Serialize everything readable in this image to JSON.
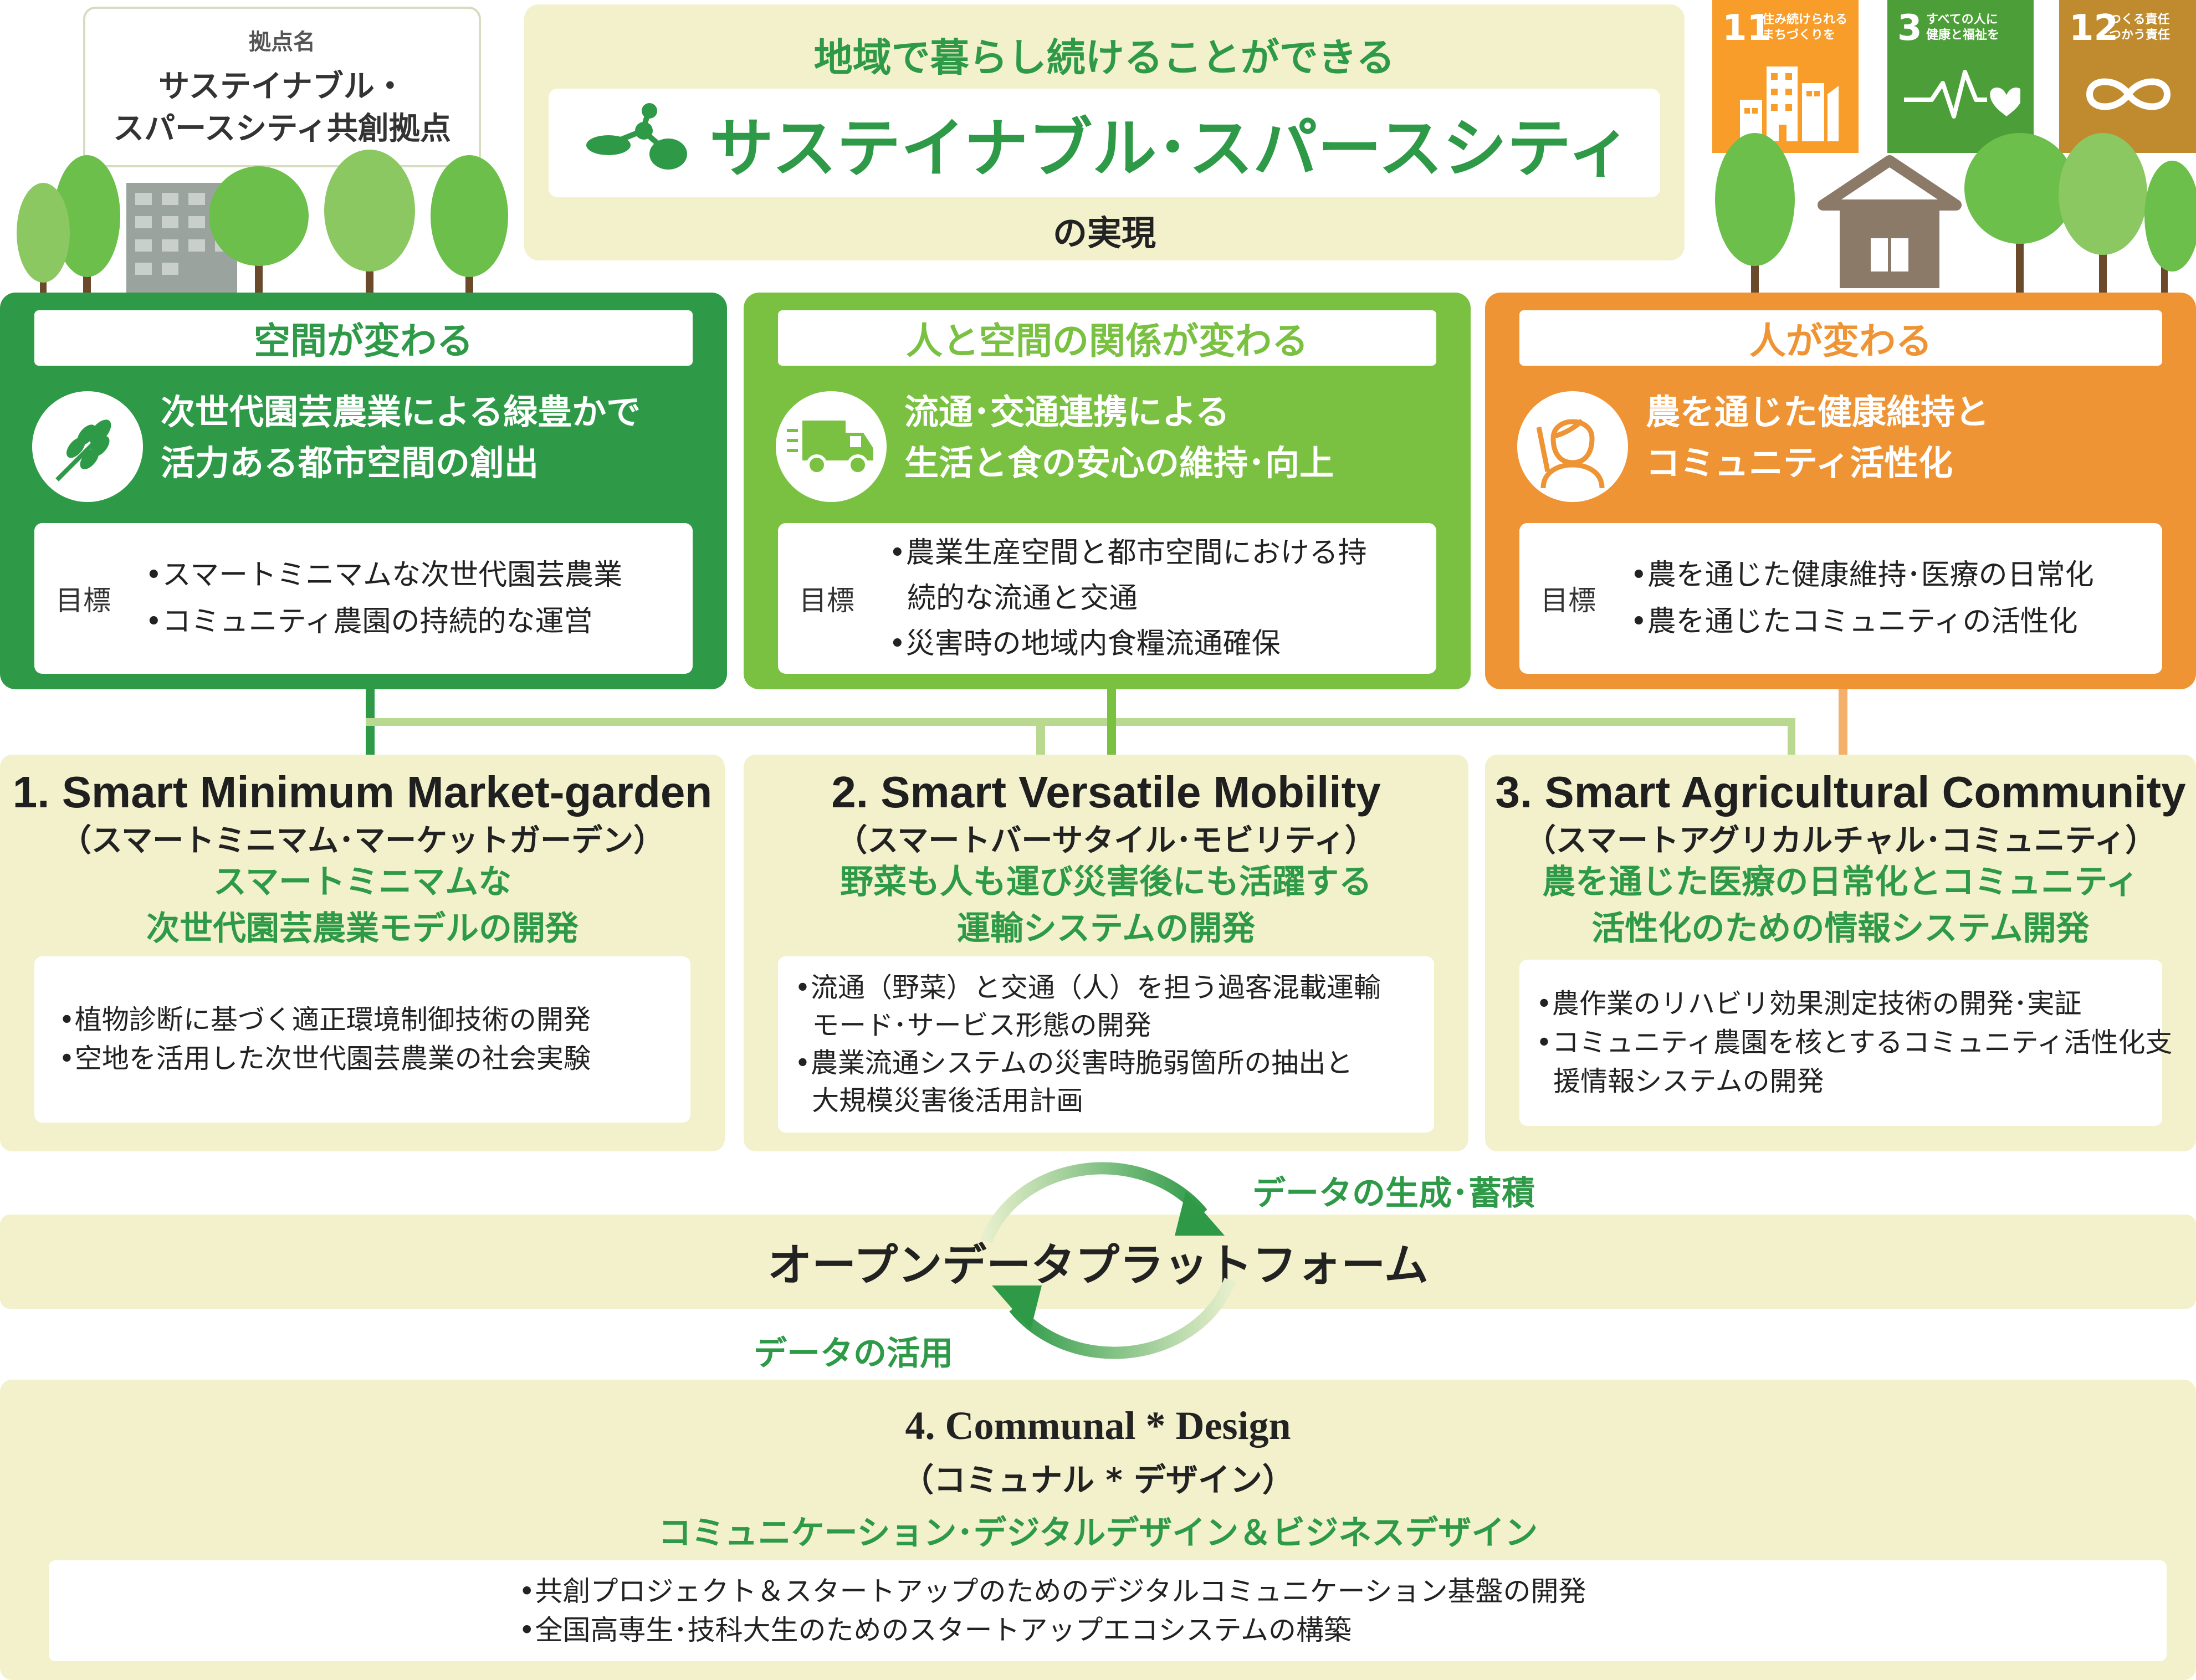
{
  "hub": {
    "heading": "拠点名",
    "name_line1": "サステイナブル・",
    "name_line2": "スパースシティ共創拠点"
  },
  "title": {
    "subtitle": "地域で暮らし続けることができる",
    "main": "サステイナブル･スパースシティ",
    "ending": "の実現"
  },
  "sdgs": [
    {
      "number": "11",
      "text_line1": "住み続けられる",
      "text_line2": "まちづくりを",
      "color": "#f89d2a",
      "icon": "city-buildings-icon"
    },
    {
      "number": "3",
      "text_line1": "すべての人に",
      "text_line2": "健康と福祉を",
      "color": "#4c9f38",
      "icon": "heartbeat-icon"
    },
    {
      "number": "12",
      "text_line1": "つくる責任",
      "text_line2": "つかう責任",
      "color": "#bf8b2e",
      "icon": "infinity-icon"
    }
  ],
  "columns": [
    {
      "label": "空間が変わる",
      "text_line1": "次世代園芸農業による緑豊かで",
      "text_line2": "活力ある都市空間の創出",
      "goal_tag": "目標",
      "goals": [
        "•スマートミニマムな次世代園芸農業",
        "•コミュニティ農園の持続的な運営"
      ],
      "color": "#2e9a48",
      "label_color": "#2e9a48",
      "icon": "wheat-icon"
    },
    {
      "label": "人と空間の関係が変わる",
      "text_line1": "流通･交通連携による",
      "text_line2": "生活と食の安心の維持･向上",
      "goal_tag": "目標",
      "goals": [
        "•農業生産空間と都市空間における持",
        "  続的な流通と交通",
        "•災害時の地域内食糧流通確保"
      ],
      "color": "#7ac142",
      "label_color": "#7ac142",
      "icon": "delivery-truck-icon"
    },
    {
      "label": "人が変わる",
      "text_line1": "農を通じた健康維持と",
      "text_line2": "コミュニティ活性化",
      "goal_tag": "目標",
      "goals": [
        "•農を通じた健康維持･医療の日常化",
        "•農を通じたコミュニティの活性化"
      ],
      "color": "#ef9434",
      "label_color": "#ef9434",
      "icon": "person-icon"
    }
  ],
  "projects": [
    {
      "title_en": "1. Smart Minimum Market-garden",
      "title_ja": "（スマートミニマム･マーケットガーデン）",
      "desc_line1": "スマートミニマムな",
      "desc_line2": "次世代園芸農業モデルの開発",
      "items": [
        "•植物診断に基づく適正環境制御技術の開発",
        "•空地を活用した次世代園芸農業の社会実験"
      ]
    },
    {
      "title_en": "2. Smart Versatile Mobility",
      "title_ja": "（スマートバーサタイル･モビリティ）",
      "desc_line1": "野菜も人も運び災害後にも活躍する",
      "desc_line2": "運輸システムの開発",
      "items": [
        "•流通（野菜）と交通（人）を担う過客混載運輸",
        "  モード･サービス形態の開発",
        "•農業流通システムの災害時脆弱箇所の抽出と",
        "  大規模災害後活用計画"
      ]
    },
    {
      "title_en": "3. Smart Agricultural Community",
      "title_ja": "（スマートアグリカルチャル･コミュニティ）",
      "desc_line1": "農を通じた医療の日常化とコミュニティ",
      "desc_line2": "活性化のための情報システム開発",
      "items": [
        "•農作業のリハビリ効果測定技術の開発･実証",
        "•コミュニティ農園を核とするコミュニティ活性化支",
        "  援情報システムの開発"
      ]
    }
  ],
  "platform": {
    "label": "オープンデータプラットフォーム",
    "cycle_top": "データの生成･蓄積",
    "cycle_bottom": "データの活用"
  },
  "design": {
    "title_en": "4. Communal * Design",
    "title_ja": "（コミュナル * デザイン）",
    "desc": "コミュニケーション･デジタルデザイン＆ビジネスデザイン",
    "items": [
      "•共創プロジェクト＆スタートアップのためのデジタルコミュニケーション基盤の開発",
      "•全国高専生･技科大生のためのスタートアップエコシステムの構築"
    ]
  },
  "colors": {
    "green_dark": "#2e9a48",
    "green_light": "#7ac142",
    "orange": "#ef9434",
    "panel": "#f2f1cb"
  }
}
